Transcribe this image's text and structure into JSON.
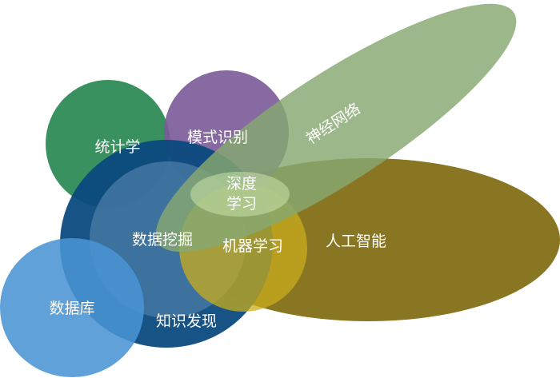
{
  "diagram": {
    "sets": [
      {
        "id": "ai",
        "label": "人工智能",
        "color": "#7f6a10"
      },
      {
        "id": "nn",
        "label": "神经网络",
        "color": "#86a870"
      },
      {
        "id": "stats",
        "label": "统计学",
        "color": "#2e8b57"
      },
      {
        "id": "pr",
        "label": "模式识别",
        "color": "#7b5a99"
      },
      {
        "id": "kd",
        "label": "知识发现",
        "color": "#0b4a7e"
      },
      {
        "id": "dm",
        "label": "数据挖掘",
        "color": "#4f7fa8"
      },
      {
        "id": "ml",
        "label": "机器学习",
        "color": "#c9ad1c"
      },
      {
        "id": "db",
        "label": "数据库",
        "color": "#4a94d4"
      },
      {
        "id": "dl",
        "label": "深度学习",
        "label_lines": [
          "深度",
          "学习"
        ],
        "color": "#c4dca4"
      }
    ]
  }
}
